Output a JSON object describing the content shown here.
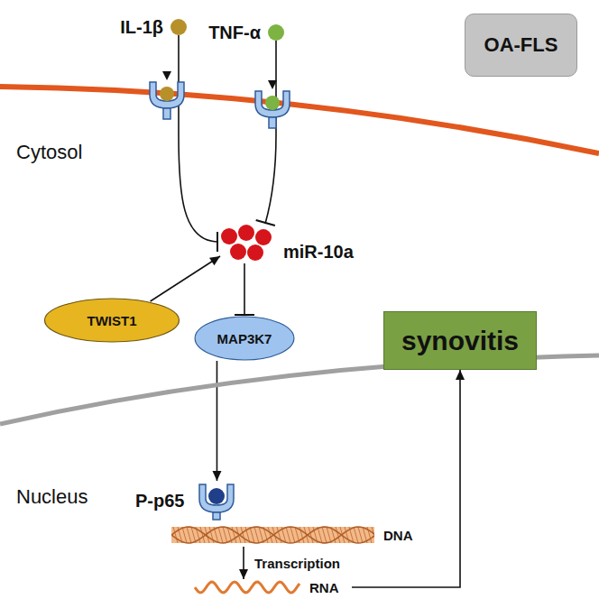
{
  "diagram": {
    "nodes": [
      {
        "text": [
          "IL-1β"
        ]
      },
      {
        "text": [
          "TNF-α"
        ]
      },
      {
        "text": [
          "OA-FLS"
        ]
      },
      {
        "text": [
          "miR-10a"
        ]
      },
      {
        "text": [
          "TWIST1"
        ]
      },
      {
        "text": [
          "MAP3K7"
        ]
      },
      {
        "text": [
          "P-p65"
        ]
      },
      {
        "text": [
          "DNA"
        ]
      },
      {
        "text": [
          "RNA"
        ]
      },
      {
        "text": [
          "synovitis"
        ]
      }
    ],
    "edges": [
      {
        "from": 0,
        "to": 3,
        "arrow": "to"
      },
      {
        "from": 1,
        "to": 3,
        "arrow": "to"
      },
      {
        "from": 4,
        "to": 3,
        "arrow": "to"
      },
      {
        "from": 3,
        "to": 5,
        "arrow": "to"
      },
      {
        "from": 5,
        "to": 6,
        "arrow": "to"
      },
      {
        "from": 7,
        "to": 8,
        "label": "Transcription",
        "arrow": "to"
      },
      {
        "from": 8,
        "to": 9,
        "arrow": "to"
      }
    ],
    "labels": [
      "Cytosol",
      "Nucleus"
    ]
  }
}
